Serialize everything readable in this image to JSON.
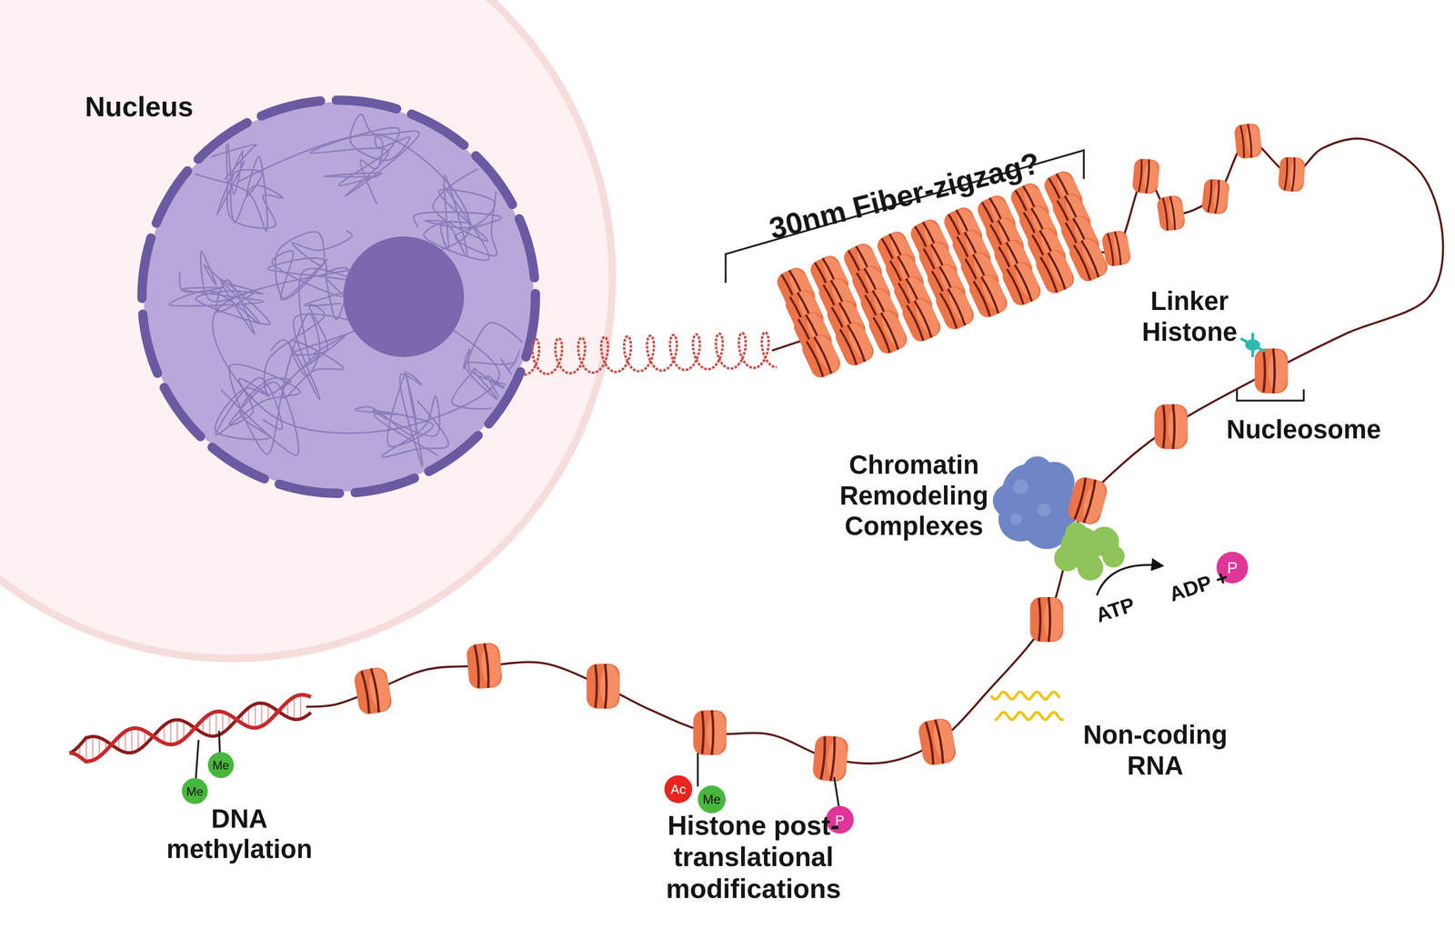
{
  "diagram": {
    "nodes": [
      {
        "text": [
          "P"
        ]
      },
      {
        "text": [
          "Me"
        ]
      },
      {
        "text": [
          "Me"
        ]
      },
      {
        "text": [
          "Ac"
        ]
      },
      {
        "text": [
          "Me"
        ]
      },
      {
        "text": [
          "P"
        ]
      }
    ],
    "labels": [
      "Nucleus",
      "30nm Fiber-zigzag?",
      "Linker Histone",
      "Nucleosome",
      "Chromatin Remodeling Complexes",
      "ADP +",
      "ATP",
      "Non-coding RNA",
      "DNA methylation",
      "Histone post- translational modifications"
    ]
  }
}
